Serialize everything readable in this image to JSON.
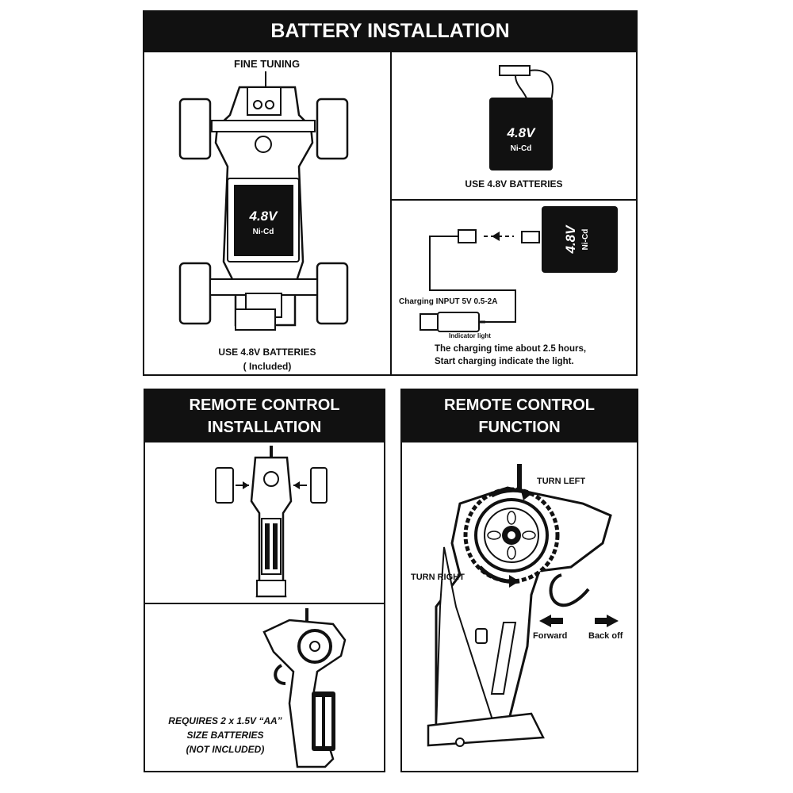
{
  "battery_installation": {
    "title": "BATTERY INSTALLATION",
    "fine_tuning": "FINE TUNING",
    "battery_voltage": "4.8V",
    "battery_chem": "Ni-Cd",
    "car_caption_line1": "USE 4.8V BATTERIES",
    "car_caption_line2": "( Included)",
    "pack_caption": "USE 4.8V BATTERIES",
    "charging_input": "Charging INPUT 5V  0.5-2A",
    "indicator_light": "Indicator light",
    "charging_note_line1": "The charging time about 2.5 hours,",
    "charging_note_line2": "Start charging indicate the light."
  },
  "remote_install": {
    "title_line1": "REMOTE CONTROL",
    "title_line2": "INSTALLATION",
    "requires_line1": "REQUIRES 2 x 1.5V “AA”",
    "requires_line2": "SIZE BATTERIES",
    "requires_line3": "(NOT INCLUDED)"
  },
  "remote_function": {
    "title_line1": "REMOTE CONTROL",
    "title_line2": "FUNCTION",
    "turn_left": "TURN LEFT",
    "turn_right": "TURN RIGHT",
    "forward": "Forward",
    "back_off": "Back off"
  }
}
